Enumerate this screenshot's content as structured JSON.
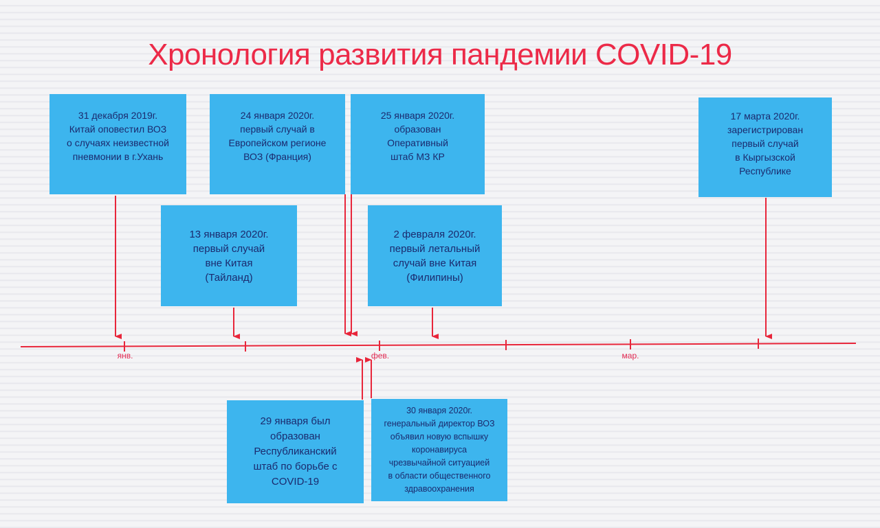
{
  "title": "Хронология развития пандемии COVID-19",
  "axis": {
    "months": [
      "янв.",
      "фев.",
      "мар."
    ]
  },
  "events": [
    {
      "text": "31 декабря 2019г.\nКитай оповестил ВОЗ\nо случаях неизвестной\nпневмонии в г.Ухань"
    },
    {
      "text": "24 января 2020г.\nпервый случай в\nЕвропейском регионе\nВОЗ (Франция)"
    },
    {
      "text": "25 января 2020г.\nобразован\nОперативный\nштаб МЗ КР"
    },
    {
      "text": "17 марта 2020г.\nзарегистрирован\nпервый случай\nв Кыргызской\nРеспублике"
    },
    {
      "text": "13 января 2020г.\nпервый случай\nвне Китая\n(Тайланд)"
    },
    {
      "text": "2 февраля 2020г.\nпервый летальный\nслучай вне Китая\n(Филипины)"
    },
    {
      "text": "29 января был\nобразован\nРеспубликанский\nштаб по борьбе с\nCOVID-19"
    },
    {
      "text": "30 января 2020г.\nгенеральный директор ВОЗ\nобъявил новую вспышку\nкоронавируса\nчрезвычайной ситуацией\nв области общественного\nздравоохранения"
    }
  ],
  "colors": {
    "accent": "#ec2a48",
    "box": "#3db5ee",
    "text": "#1b2a6e"
  }
}
